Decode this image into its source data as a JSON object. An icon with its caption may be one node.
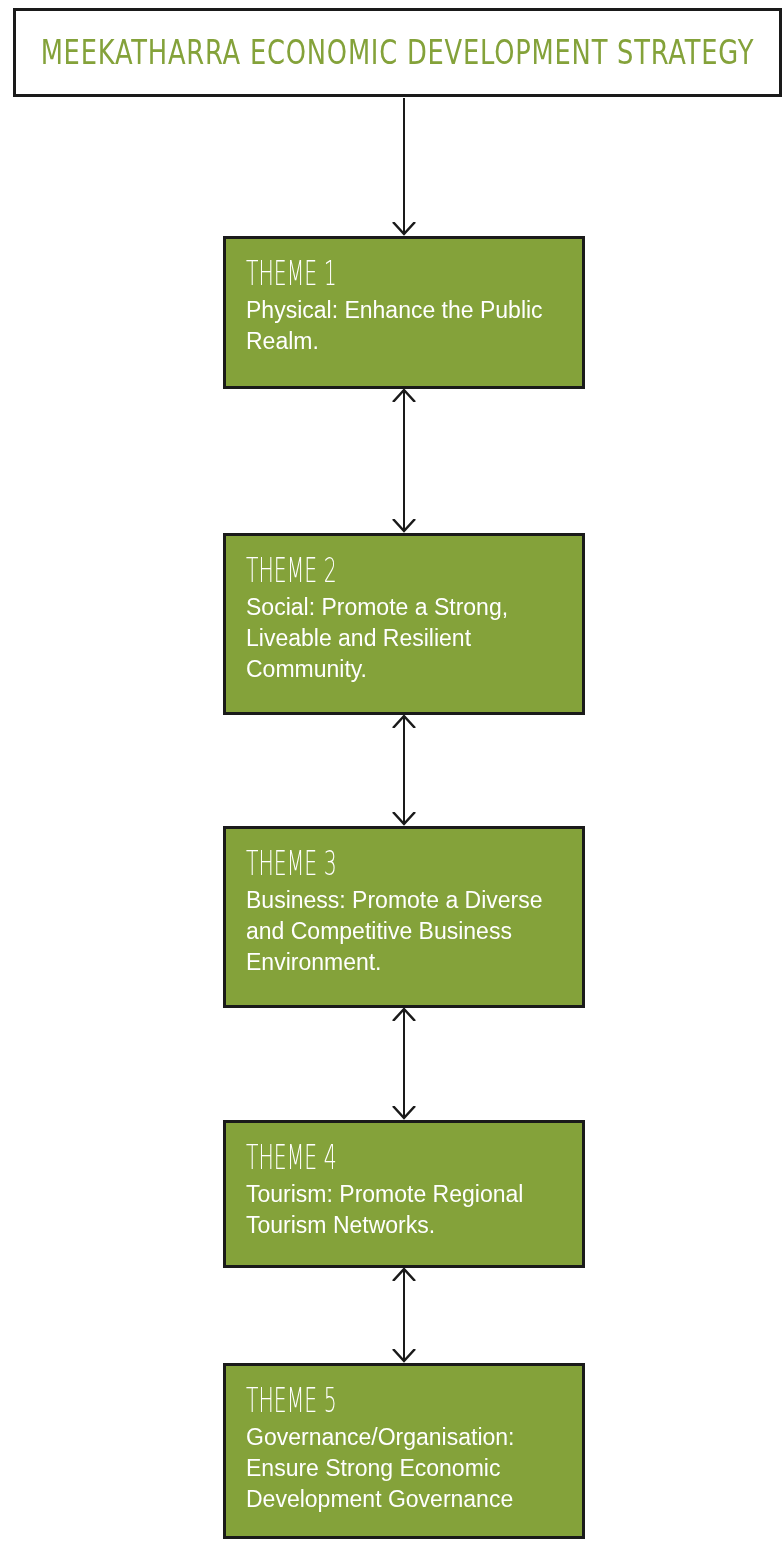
{
  "diagram": {
    "nodes": [
      {
        "text": [
          "MEEKATHARRA ECONOMIC DEVELOPMENT STRATEGY"
        ]
      },
      {
        "text": [
          "THEME 1",
          "Physical: Enhance the Public Realm."
        ]
      },
      {
        "text": [
          "THEME 2",
          "Social: Promote a Strong, Liveable and Resilient Community."
        ]
      },
      {
        "text": [
          "THEME 3",
          "Business: Promote a Diverse and Competitive Business Environment."
        ]
      },
      {
        "text": [
          "THEME 4",
          "Tourism: Promote Regional Tourism Networks."
        ]
      },
      {
        "text": [
          "THEME 5",
          "Governance/Organisation: Ensure Strong Economic Development Governance"
        ]
      }
    ],
    "edges": [
      {
        "from": 0,
        "to": 1,
        "arrow": "to"
      },
      {
        "from": 1,
        "to": 2,
        "arrow": "both"
      },
      {
        "from": 2,
        "to": 3,
        "arrow": "both"
      },
      {
        "from": 3,
        "to": 4,
        "arrow": "both"
      },
      {
        "from": 4,
        "to": 5,
        "arrow": "both"
      }
    ]
  }
}
